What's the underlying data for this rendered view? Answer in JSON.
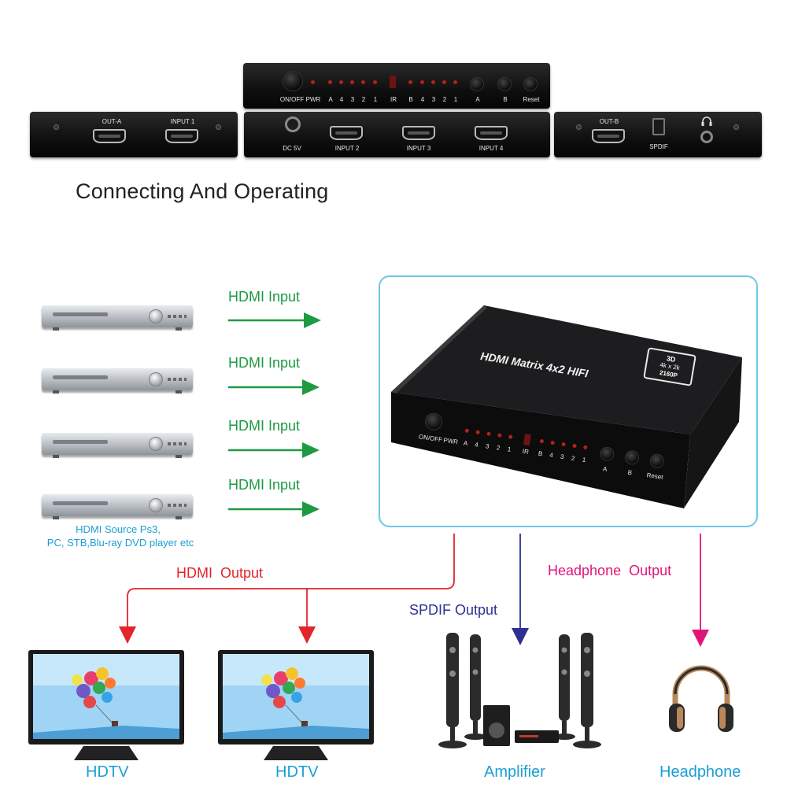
{
  "top_panels": {
    "front": {
      "labels": [
        "ON/OFF",
        "PWR",
        "A",
        "4",
        "3",
        "2",
        "1",
        "IR",
        "B",
        "4",
        "3",
        "2",
        "1",
        "A",
        "B",
        "Reset"
      ]
    },
    "left": {
      "labels": [
        "OUT-A",
        "INPUT 1"
      ]
    },
    "middle": {
      "labels": [
        "DC 5V",
        "INPUT 2",
        "INPUT 3",
        "INPUT 4"
      ]
    },
    "right": {
      "labels": [
        "OUT-B",
        "SPDIF"
      ]
    }
  },
  "heading": "Connecting And Operating",
  "inputs": {
    "arrow_labels": [
      "HDMI Input",
      "HDMI Input",
      "HDMI Input",
      "HDMI Input"
    ],
    "source_caption_line1": "HDMI  Source Ps3,",
    "source_caption_line2": "PC, STB,Blu-ray DVD player etc"
  },
  "device": {
    "title": "HDMI Matrix 4x2 HIFI",
    "badge": {
      "top": "3D",
      "mid": "4k x 2k",
      "bottom": "2160P"
    },
    "front_labels": [
      "ON/OFF",
      "PWR",
      "A",
      "4",
      "3",
      "2",
      "1",
      "IR",
      "B",
      "4",
      "3",
      "2",
      "1",
      "A",
      "B",
      "Reset"
    ]
  },
  "outputs": {
    "hdmi_output": "HDMI  Output",
    "spdif_output": "SPDIF Output",
    "headphone_output": "Headphone  Output"
  },
  "targets": {
    "hdtv_1": "HDTV",
    "hdtv_2": "HDTV",
    "amplifier": "Amplifier",
    "headphone": "Headphone"
  },
  "colors": {
    "input_arrow": "#1e9a43",
    "hdmi_output": "#e3242b",
    "spdif_output": "#2e3192",
    "headphone_output": "#e0157a",
    "caption": "#1b9fd4",
    "frame": "#6ec6e6"
  }
}
